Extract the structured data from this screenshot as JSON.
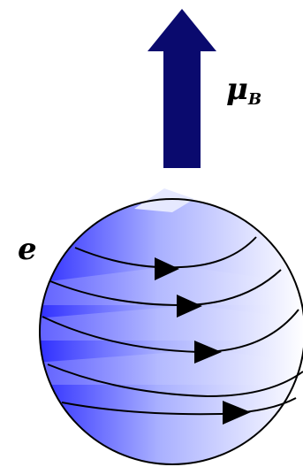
{
  "labels": {
    "moment_symbol": "μ",
    "moment_subscript": "B",
    "electron_symbol": "e"
  },
  "colors": {
    "arrow": "#0a0a6e",
    "sphere_edge_dark": "#3030ff",
    "sphere_mid": "#a9b0ff",
    "sphere_light": "#ffffff",
    "outline": "#000000"
  },
  "icons": {
    "current_direction": "right-triangle-arrowhead",
    "magnetic_moment": "up-arrow"
  }
}
